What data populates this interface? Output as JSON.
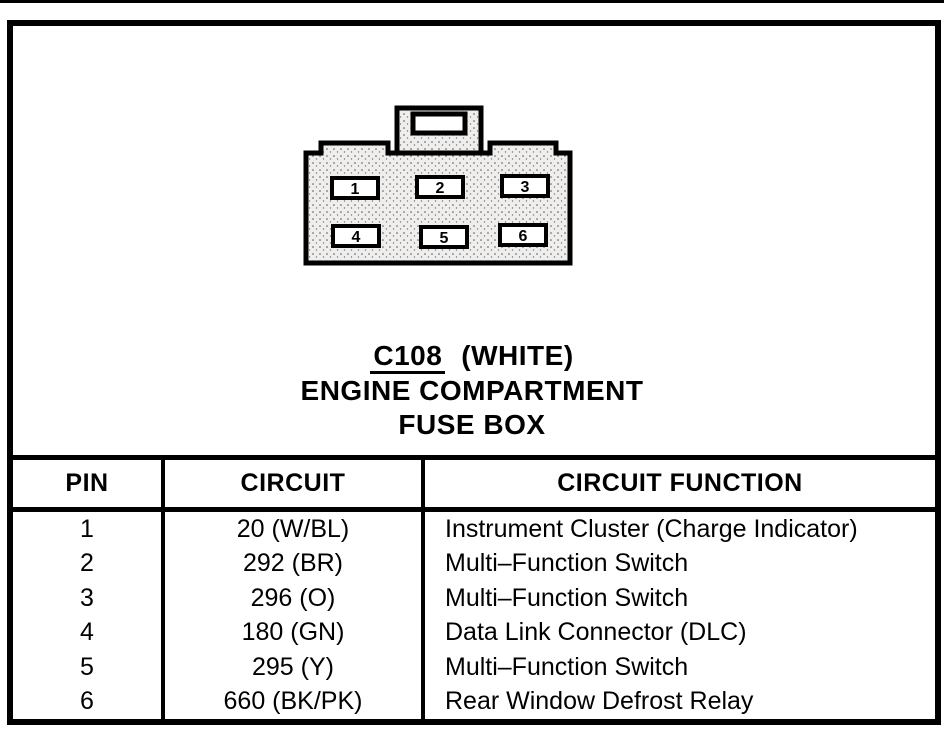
{
  "connector": {
    "designation": "C108",
    "color_note": "(WHITE)",
    "location_line1": "ENGINE COMPARTMENT",
    "location_line2": "FUSE BOX",
    "pins": [
      "1",
      "2",
      "3",
      "4",
      "5",
      "6"
    ]
  },
  "table": {
    "headers": [
      "PIN",
      "CIRCUIT",
      "CIRCUIT FUNCTION"
    ],
    "rows": [
      {
        "pin": "1",
        "circuit": "20 (W/BL)",
        "function": "Instrument Cluster (Charge Indicator)"
      },
      {
        "pin": "2",
        "circuit": "292 (BR)",
        "function": "Multi–Function Switch"
      },
      {
        "pin": "3",
        "circuit": "296 (O)",
        "function": "Multi–Function Switch"
      },
      {
        "pin": "4",
        "circuit": "180 (GN)",
        "function": "Data Link Connector (DLC)"
      },
      {
        "pin": "5",
        "circuit": "295 (Y)",
        "function": "Multi–Function Switch"
      },
      {
        "pin": "6",
        "circuit": "660 (BK/PK)",
        "function": "Rear Window Defrost Relay"
      }
    ]
  },
  "colors": {
    "line": "#000000",
    "paper": "#ffffff",
    "connector_fill": "#f0eeec"
  }
}
